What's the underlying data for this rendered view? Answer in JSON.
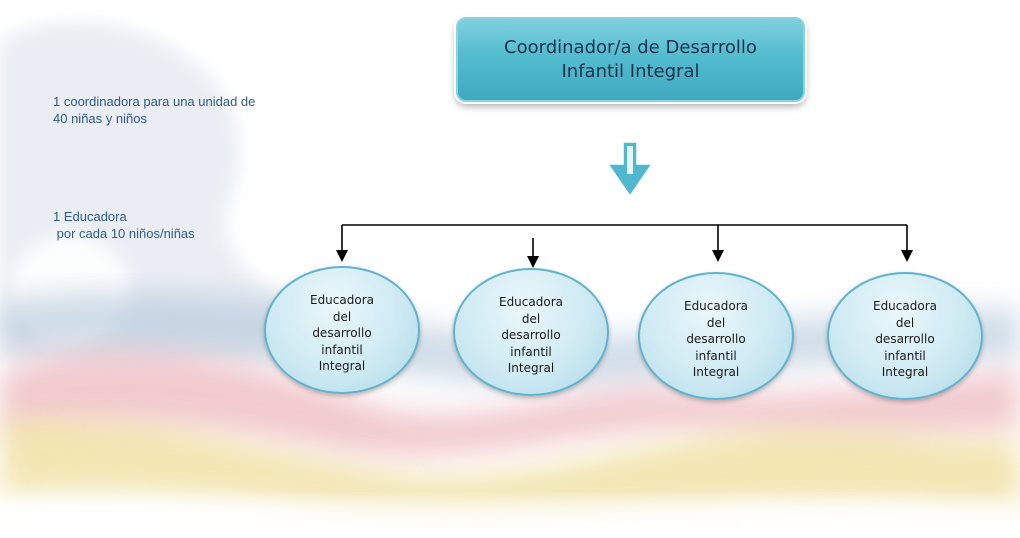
{
  "coordinator": {
    "line1": "Coordinador/a de Desarrollo",
    "line2": "Infantil Integral"
  },
  "notes": {
    "coordinator_ratio": "1 coordinadora para una unidad de\n40 niñas y niños",
    "educator_ratio": "1 Educadora\n por cada 10 niños/niñas"
  },
  "nodes": [
    {
      "lines": [
        "Educadora",
        "del",
        "desarrollo",
        "infantil",
        "Integral"
      ]
    },
    {
      "lines": [
        "Educadora",
        "del",
        "desarrollo",
        "infantil",
        "Integral"
      ]
    },
    {
      "lines": [
        "Educadora",
        "del",
        "desarrollo",
        "infantil",
        "Integral"
      ]
    },
    {
      "lines": [
        "Educadora",
        "del",
        "desarrollo",
        "infantil",
        "Integral"
      ]
    }
  ],
  "colors": {
    "coordinator_fill": "#54bccf",
    "node_fill": "#cfeaf3",
    "node_border": "#5fb3cc",
    "note_text": "#2f5c8f",
    "down_arrow": "#4fb8d0",
    "connector": "#000000"
  }
}
